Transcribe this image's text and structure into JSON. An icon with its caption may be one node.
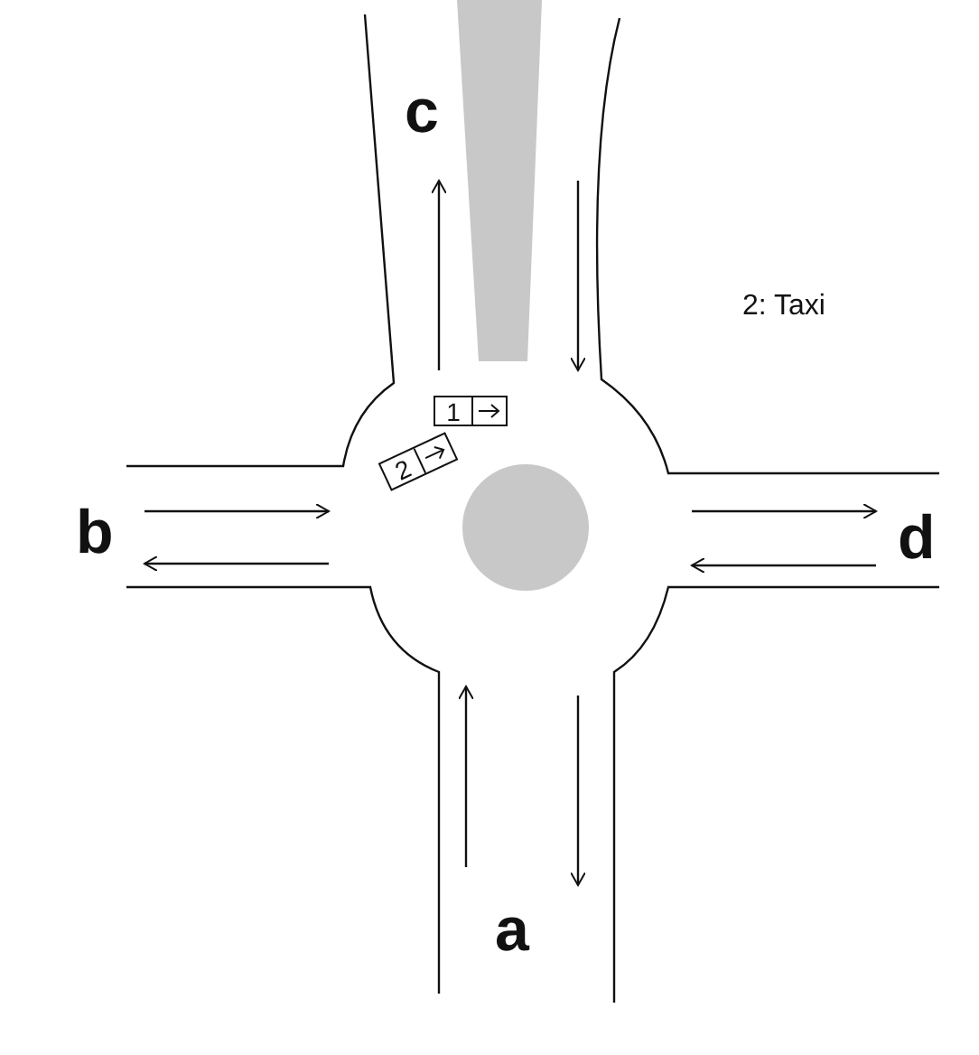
{
  "diagram": {
    "nodes": [
      {
        "text": [
          "1"
        ]
      },
      {
        "text": [
          "2"
        ]
      }
    ],
    "labels": [
      "c",
      "b",
      "d",
      "a",
      "2: Taxi"
    ]
  }
}
